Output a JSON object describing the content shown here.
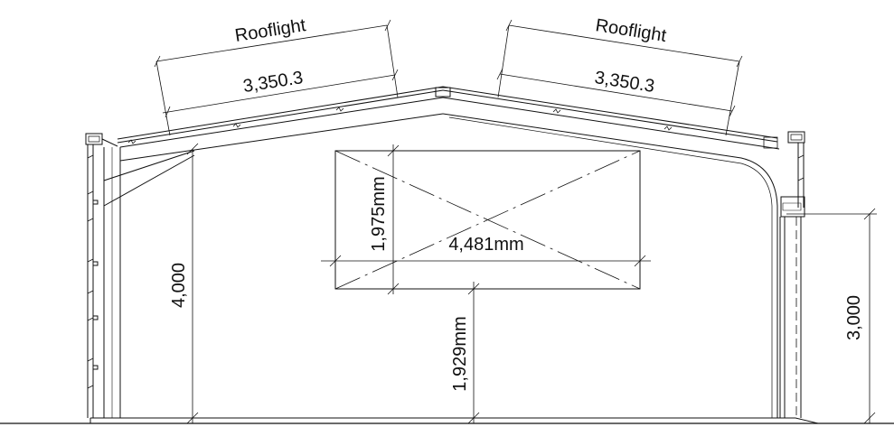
{
  "drawing": {
    "rooflight_left": {
      "label": "Rooflight",
      "length": "3,350.3"
    },
    "rooflight_right": {
      "label": "Rooflight",
      "length": "3,350.3"
    },
    "dimensions": {
      "eaves_height_left": "4,000",
      "door_height_right": "3,000",
      "opening_height": "1,975mm",
      "opening_width": "4,481mm",
      "opening_sill_height": "1,929mm"
    }
  }
}
